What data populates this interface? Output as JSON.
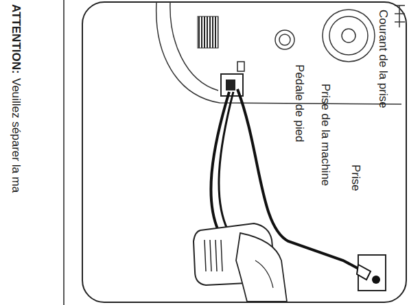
{
  "diagram": {
    "labels": [
      "Courant de la prise",
      "Prise",
      "Prise de la machine",
      "Pédale de pied",
      "ATTENTION:",
      "Veuillez séparer la ma"
    ]
  }
}
